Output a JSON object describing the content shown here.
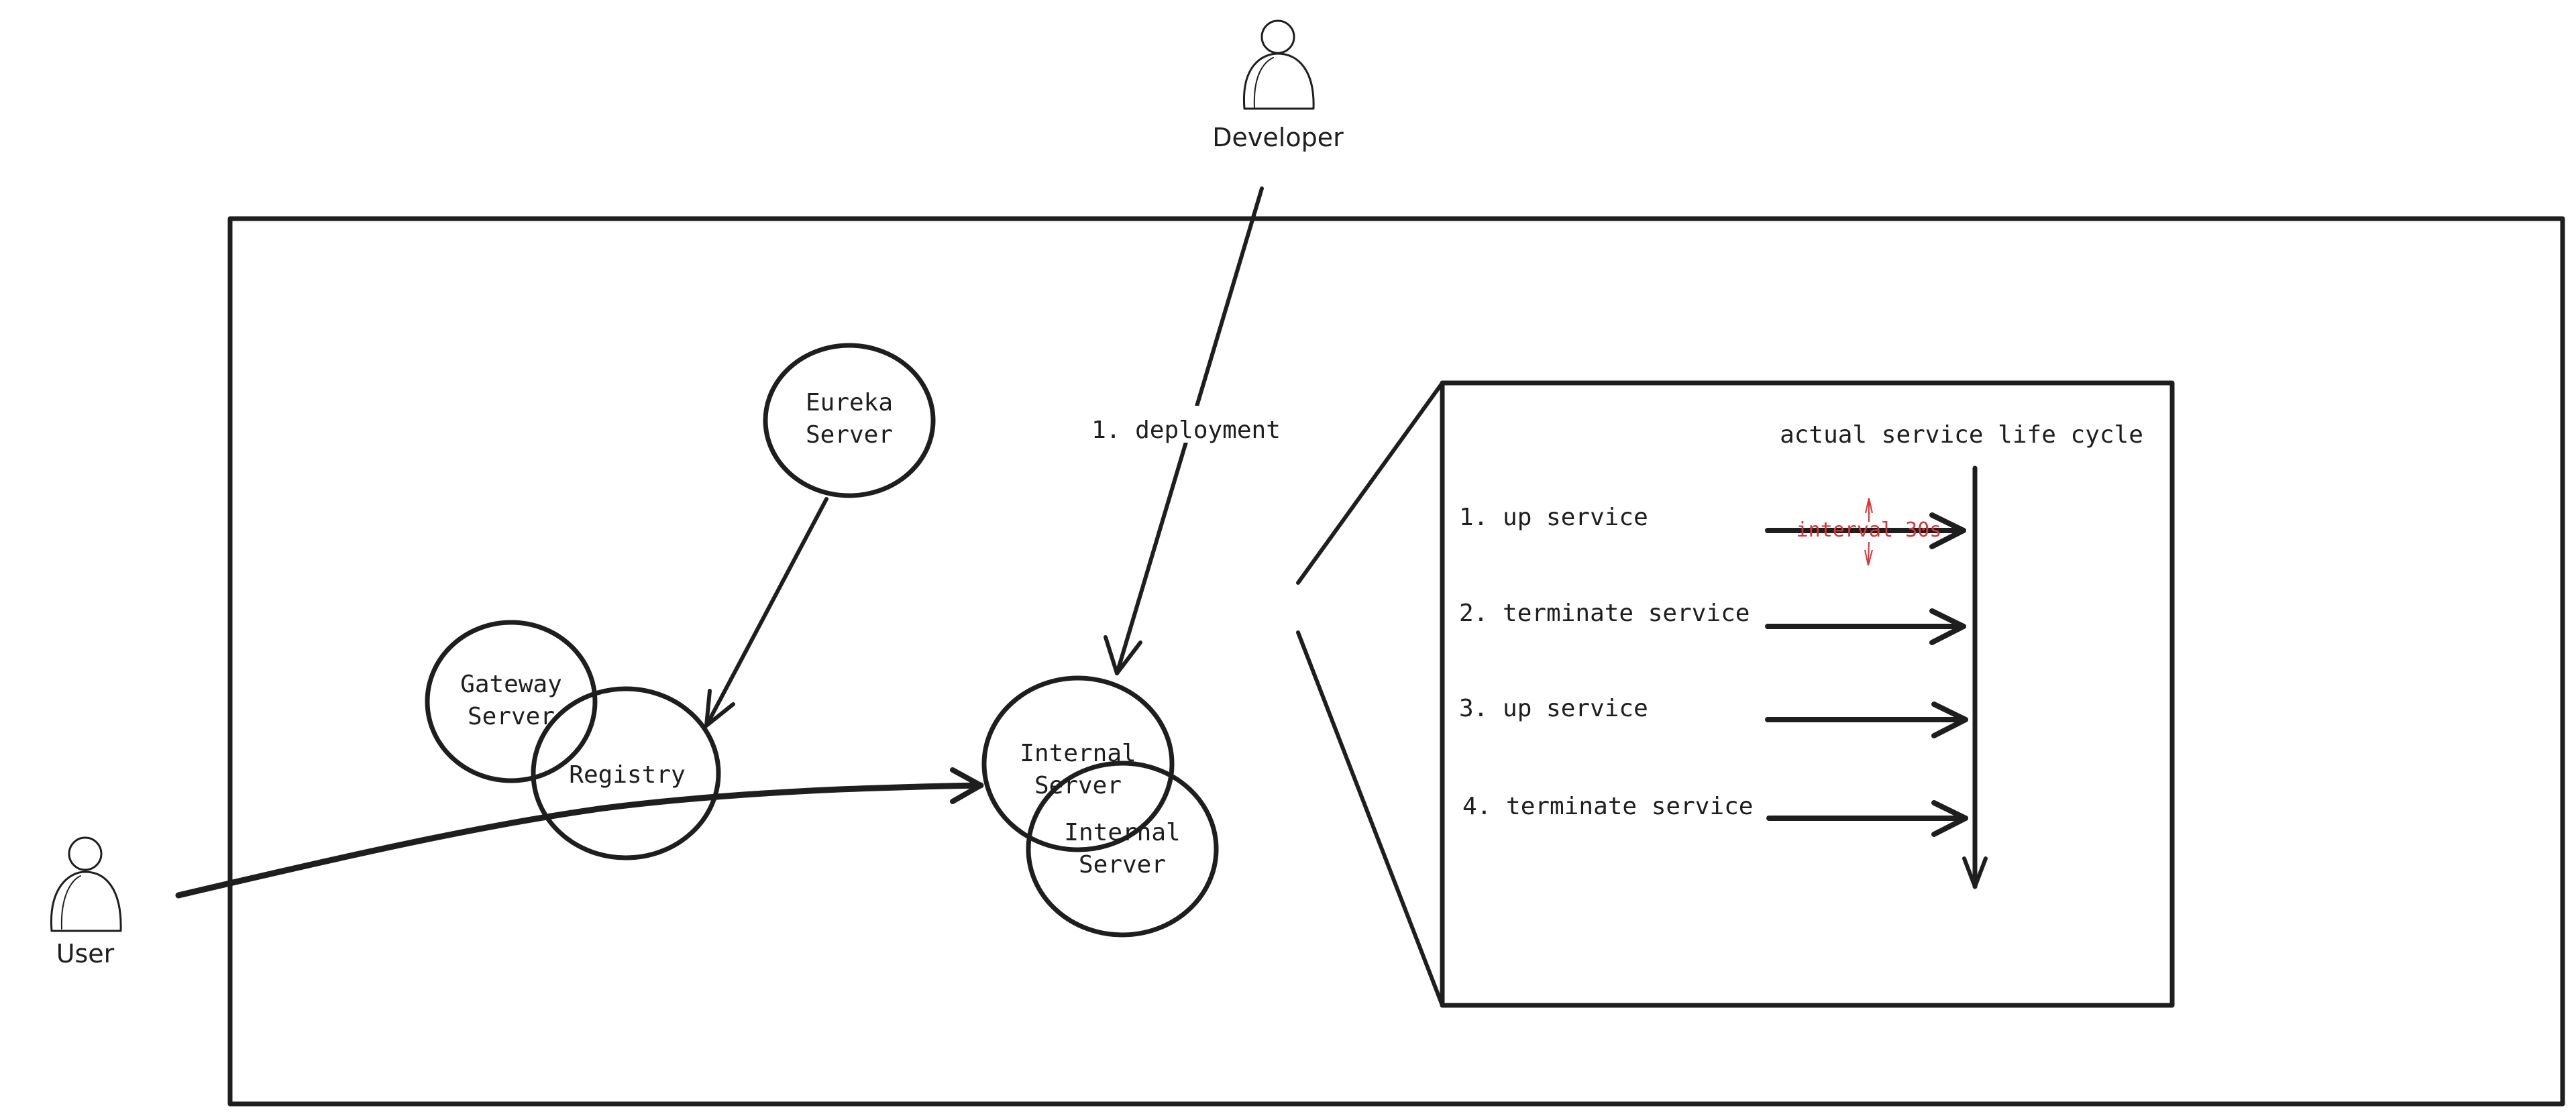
{
  "actors": {
    "developer": "Developer",
    "user": "User"
  },
  "nodes": {
    "eureka": [
      "Eureka",
      "Server"
    ],
    "gateway": [
      "Gateway",
      "Server"
    ],
    "registry": "Registry",
    "internal_back": [
      "Internal",
      "Server"
    ],
    "internal_front": [
      "Internal",
      "Server"
    ]
  },
  "edges": {
    "deployment_label": "1. deployment"
  },
  "lifecycle": {
    "title": "actual service life cycle",
    "steps": [
      "1. up service",
      "2. terminate service",
      "3. up service",
      "4. terminate service"
    ],
    "interval_label": "interval 30s"
  },
  "colors": {
    "stroke": "#1e1e1e",
    "internal_fill": "#ffc9c9",
    "interval": "#e03131"
  }
}
